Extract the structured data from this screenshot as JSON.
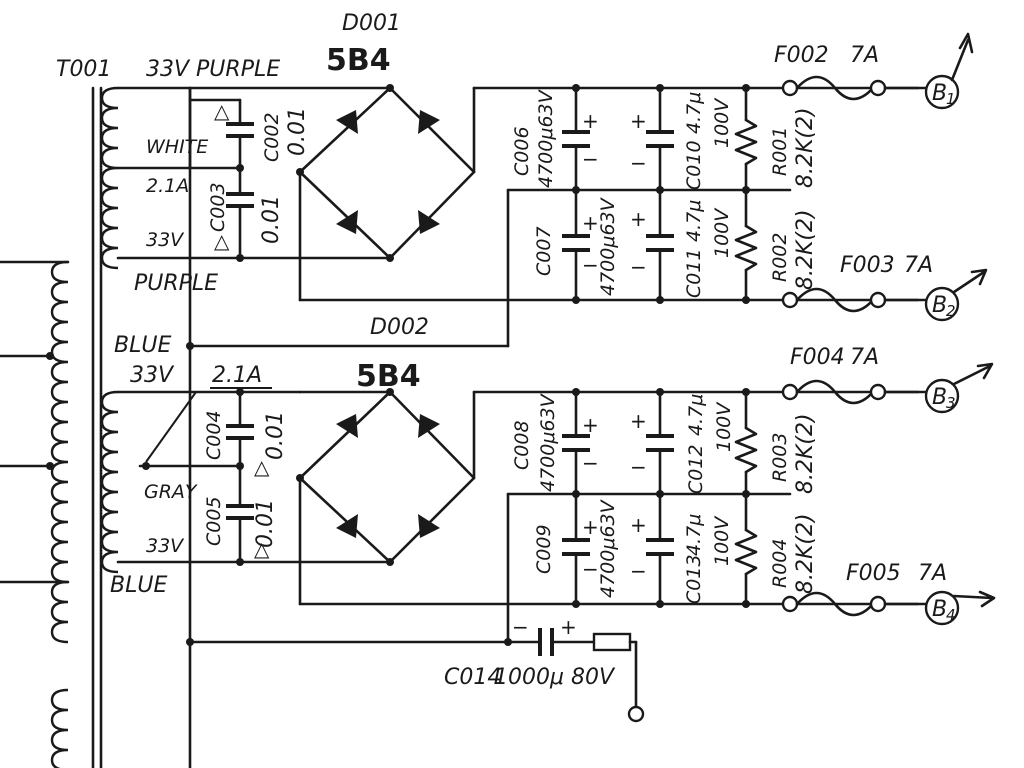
{
  "transformer": {
    "ref": "T001",
    "top_winding": {
      "top_lead": "33V PURPLE",
      "center_tap": "WHITE",
      "current": "2.1A",
      "lower_voltage": "33V",
      "bottom_lead": "PURPLE"
    },
    "bottom_winding": {
      "top_lead": "BLUE",
      "top_voltage": "33V",
      "current": "2.1A",
      "center_tap": "GRAY",
      "lower_voltage": "33V",
      "bottom_lead": "BLUE"
    }
  },
  "bridges": [
    {
      "ref": "D001",
      "part": "5B4"
    },
    {
      "ref": "D002",
      "part": "5B4"
    }
  ],
  "small_caps": [
    {
      "ref": "C002",
      "value": "0.01",
      "marker": "△"
    },
    {
      "ref": "C003",
      "value": "0.01",
      "marker": "△"
    },
    {
      "ref": "C004",
      "value": "0.01",
      "marker": "△"
    },
    {
      "ref": "C005",
      "value": "0.01",
      "marker": "△"
    }
  ],
  "big_caps": [
    {
      "ref": "C006",
      "value": "4700μ63V"
    },
    {
      "ref": "C007",
      "value": "4700μ63V"
    },
    {
      "ref": "C008",
      "value": "4700μ63V"
    },
    {
      "ref": "C009",
      "value": "4700μ63V"
    }
  ],
  "film_caps": [
    {
      "ref": "C010",
      "value": "4.7μ",
      "voltage": "100V"
    },
    {
      "ref": "C011",
      "value": "4.7μ",
      "voltage": "100V"
    },
    {
      "ref": "C012",
      "value": "4.7μ",
      "voltage": "100V"
    },
    {
      "ref": "C013",
      "value": "4.7μ",
      "voltage": "100V"
    }
  ],
  "resistors": [
    {
      "ref": "R001",
      "value": "8.2K(2)"
    },
    {
      "ref": "R002",
      "value": "8.2K(2)"
    },
    {
      "ref": "R003",
      "value": "8.2K(2)"
    },
    {
      "ref": "R004",
      "value": "8.2K(2)"
    }
  ],
  "fuses": [
    {
      "ref": "F002",
      "rating": "7A"
    },
    {
      "ref": "F003",
      "rating": "7A"
    },
    {
      "ref": "F004",
      "rating": "7A"
    },
    {
      "ref": "F005",
      "rating": "7A"
    }
  ],
  "outputs": [
    {
      "label": "B",
      "index": "1"
    },
    {
      "label": "B",
      "index": "2"
    },
    {
      "label": "B",
      "index": "3"
    },
    {
      "label": "B",
      "index": "4"
    }
  ],
  "ground_cap": {
    "ref": "C014",
    "value": "1000μ 80V"
  },
  "symbols": {
    "plus": "+",
    "minus": "−"
  }
}
